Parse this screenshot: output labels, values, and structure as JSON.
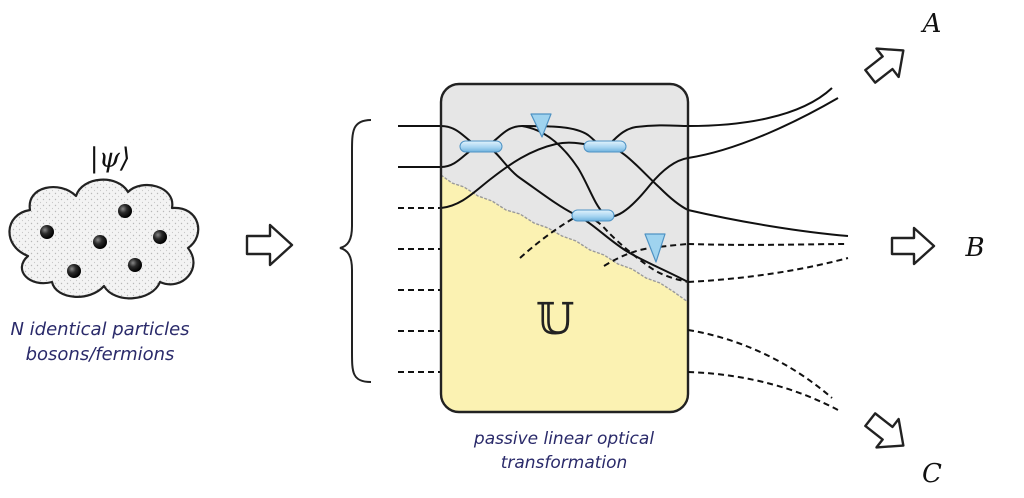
{
  "state": {
    "label": "|ψ⟩"
  },
  "source": {
    "caption_line1": "N identical particles",
    "caption_line2": "bosons/fermions"
  },
  "device": {
    "symbol": "𝕌",
    "caption_line1": "passive linear optical",
    "caption_line2": "transformation"
  },
  "outputs": [
    {
      "label": "A"
    },
    {
      "label": "B"
    },
    {
      "label": "C"
    }
  ],
  "colors": {
    "upper_region": "#e6e6e6",
    "lower_region": "#fbf2b2",
    "beam_splitter": "#a9d6f2",
    "phase_shifter": "#9fd3ef",
    "caption_text": "#2a2a6a"
  }
}
